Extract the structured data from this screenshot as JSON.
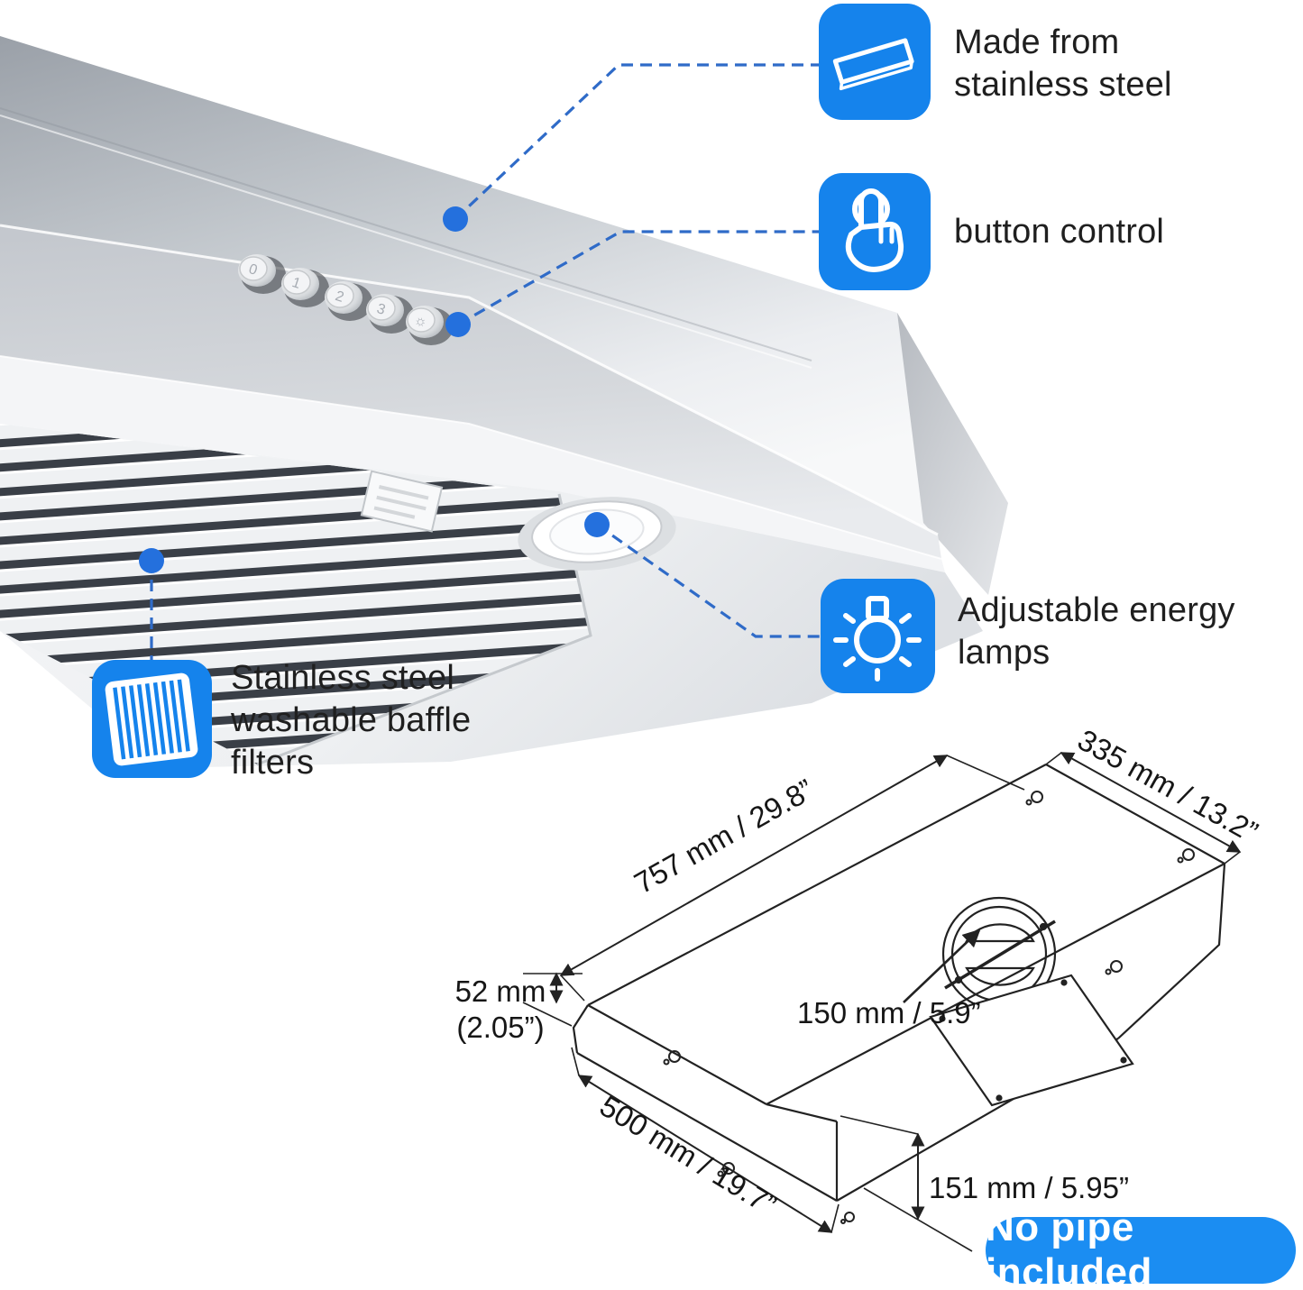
{
  "colors": {
    "accent_blue": "#1583EC",
    "badge_blue": "#1b8df2",
    "callout_dot_blue": "#2470DD",
    "callout_line_blue": "#2F6BC8",
    "text_dark": "#1f1f1f",
    "drawing_stroke": "#222222"
  },
  "features": [
    {
      "name": "made-from-stainless-steel",
      "icon": "steel-sheet-icon",
      "lines": [
        "Made from",
        "stainless steel"
      ]
    },
    {
      "name": "button-control",
      "icon": "touch-press-icon",
      "lines": [
        "button control"
      ]
    },
    {
      "name": "adjustable-energy-lamps",
      "icon": "light-bulb-icon",
      "lines": [
        "Adjustable energy",
        "lamps"
      ]
    },
    {
      "name": "stainless-washable-baffle-filters",
      "icon": "baffle-filter-icon",
      "lines": [
        "Stainless steel",
        "washable baffle",
        "filters"
      ]
    }
  ],
  "product": {
    "type": "under-cabinet range hood",
    "control_buttons": [
      "0",
      "1",
      "2",
      "3",
      "☼"
    ]
  },
  "dimensions": {
    "width_top": "757 mm / 29.8”",
    "depth_top": "335 mm / 13.2”",
    "front_lip_line1": "52 mm",
    "front_lip_line2": "(2.05”)",
    "duct_outlet": "150 mm / 5.9”",
    "depth_bottom": "500 mm / 19.7”",
    "back_height": "151 mm / 5.95”"
  },
  "badge": {
    "label": "No pipe included"
  }
}
